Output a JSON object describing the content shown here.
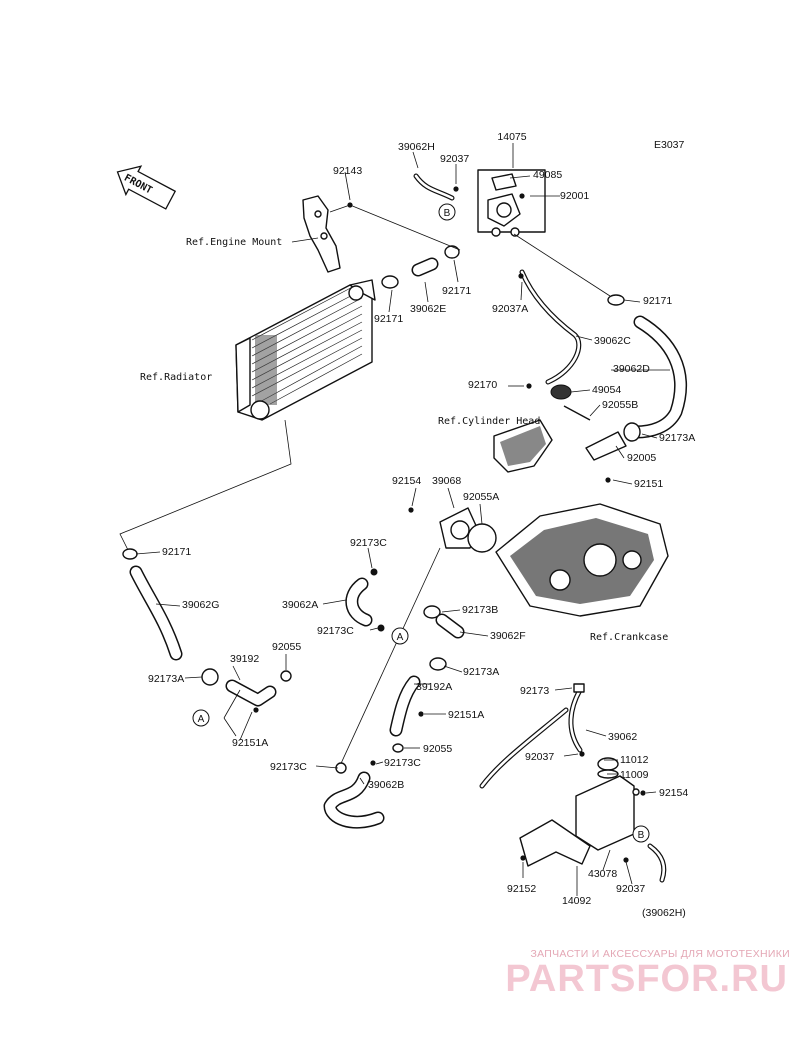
{
  "diagram_code": "E3037",
  "front_badge": "FRONT",
  "callouts": {
    "c39062H": "39062H",
    "c14075": "14075",
    "c92037": "92037",
    "c49085": "49085",
    "c92001": "92001",
    "c92143": "92143",
    "c92171_a": "92171",
    "c92171_b": "92171",
    "c92171_c": "92171",
    "c92171_d": "92171",
    "c39062E": "39062E",
    "c92037A": "92037A",
    "c39062C": "39062C",
    "c39062D": "39062D",
    "c92170": "92170",
    "c49054": "49054",
    "c92055B": "92055B",
    "c92173A_a": "92173A",
    "c92005": "92005",
    "c92151": "92151",
    "c92154_a": "92154",
    "c39068": "39068",
    "c92055A": "92055A",
    "c92173C_a": "92173C",
    "c39062G": "39062G",
    "c39062A": "39062A",
    "c92173C_b": "92173C",
    "c92173B": "92173B",
    "c39062F": "39062F",
    "c92055_a": "92055",
    "c39192": "39192",
    "c92173A_b": "92173A",
    "c92173A_c": "92173A",
    "c39192A": "39192A",
    "c92151A_a": "92151A",
    "c92151A_b": "92151A",
    "c92055_b": "92055",
    "c92173C_c": "92173C",
    "c92173C_d": "92173C",
    "c39062B": "39062B",
    "c92173": "92173",
    "c39062": "39062",
    "c92037_b": "92037",
    "c11012": "11012",
    "c11009": "11009",
    "c92154_b": "92154",
    "c92152": "92152",
    "c14092": "14092",
    "c43078": "43078",
    "c92037_c": "92037",
    "c39062H_ref": "(39062H)"
  },
  "references": {
    "engine_mount": "Ref.Engine Mount",
    "radiator": "Ref.Radiator",
    "cylinder_head": "Ref.Cylinder Head",
    "crankcase": "Ref.Crankcase"
  },
  "markers": {
    "A": "A",
    "B": "B"
  },
  "watermark": {
    "tagline": "ЗАПЧАСТИ И АКСЕССУАРЫ ДЛЯ МОТОТЕХНИКИ",
    "brand": "PARTSFOR.RU"
  }
}
